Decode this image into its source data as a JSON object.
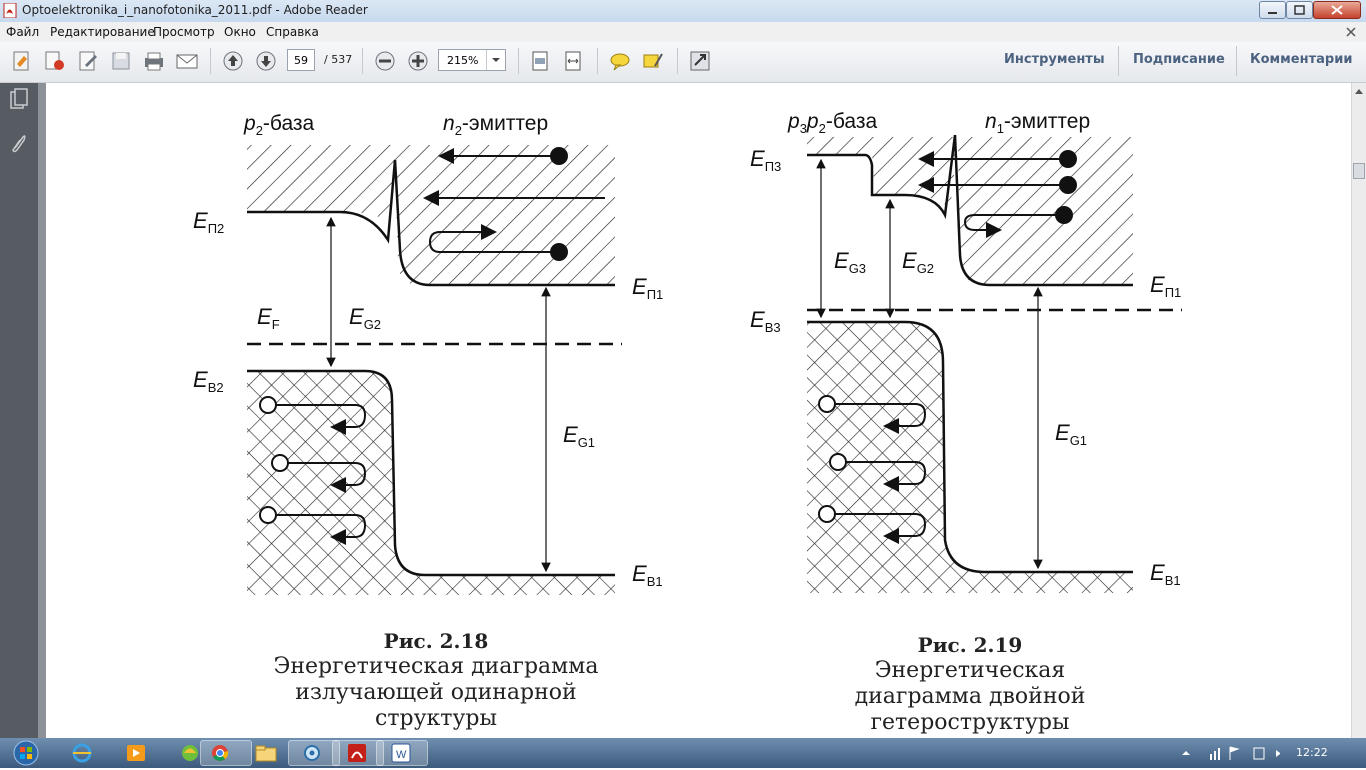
{
  "window": {
    "title": "Optoelektronika_i_nanofotonika_2011.pdf - Adobe Reader"
  },
  "menu": [
    "Файл",
    "Редактирование",
    "Просмотр",
    "Окно",
    "Справка"
  ],
  "toolbar": {
    "page_current": "59",
    "page_total": "/ 537",
    "zoom": "215%",
    "links": [
      "Инструменты",
      "Подписание",
      "Комментарии"
    ]
  },
  "figures": [
    {
      "caption_num": "Рис. 2.18",
      "caption_text": [
        "Энергетическая диаграмма",
        "излучающей одинарной",
        "структуры"
      ],
      "labels": {
        "top_left": "p",
        "top_left_sub": "2",
        "top_left_tail": "-база",
        "top_right": "n",
        "top_right_sub": "2",
        "top_right_tail": "-эмиттер",
        "ep2": "E",
        "ep2_sub": "П2",
        "ef": "E",
        "ef_sub": "F",
        "eg2": "E",
        "eg2_sub": "G2",
        "eb2": "E",
        "eb2_sub": "B2",
        "ep1": "E",
        "ep1_sub": "П1",
        "eg1": "E",
        "eg1_sub": "G1",
        "eb1": "E",
        "eb1_sub": "B1"
      }
    },
    {
      "caption_num": "Рис. 2.19",
      "caption_text": [
        "Энергетическая",
        "диаграмма двойной",
        "гетероструктуры"
      ],
      "labels": {
        "top_left": "p",
        "top_left_sub": "3",
        "top_left_mid": "p",
        "top_left_mid_sub": "2",
        "top_left_tail": "-база",
        "top_right": "n",
        "top_right_sub": "1",
        "top_right_tail": "-эмиттер",
        "ep3": "E",
        "ep3_sub": "П3",
        "eg3": "E",
        "eg3_sub": "G3",
        "eg2": "E",
        "eg2_sub": "G2",
        "eb3": "E",
        "eb3_sub": "B3",
        "ep1": "E",
        "ep1_sub": "П1",
        "eg1": "E",
        "eg1_sub": "G1",
        "eb1": "E",
        "eb1_sub": "B1"
      }
    }
  ],
  "taskbar": {
    "clock": "12:22"
  },
  "colors": {
    "link": "#4b6280",
    "sidebar": "#575c63",
    "taskbar": "#3c5a7c"
  },
  "icons": [
    "pdf-icon",
    "minimize-icon",
    "maximize-icon",
    "close-icon",
    "create-pdf-icon",
    "open-icon",
    "edit-icon",
    "save-icon",
    "print-icon",
    "email-icon",
    "prev-page-icon",
    "next-page-icon",
    "zoom-out-icon",
    "zoom-in-icon",
    "fit-page-icon",
    "fit-width-icon",
    "comment-icon",
    "highlight-icon",
    "fullscreen-icon",
    "pages-panel-icon",
    "attachments-icon",
    "start-icon",
    "ie-icon",
    "media-icon",
    "chrome-icon",
    "explorer-icon",
    "app-icon",
    "acrobat-icon",
    "word-icon"
  ]
}
